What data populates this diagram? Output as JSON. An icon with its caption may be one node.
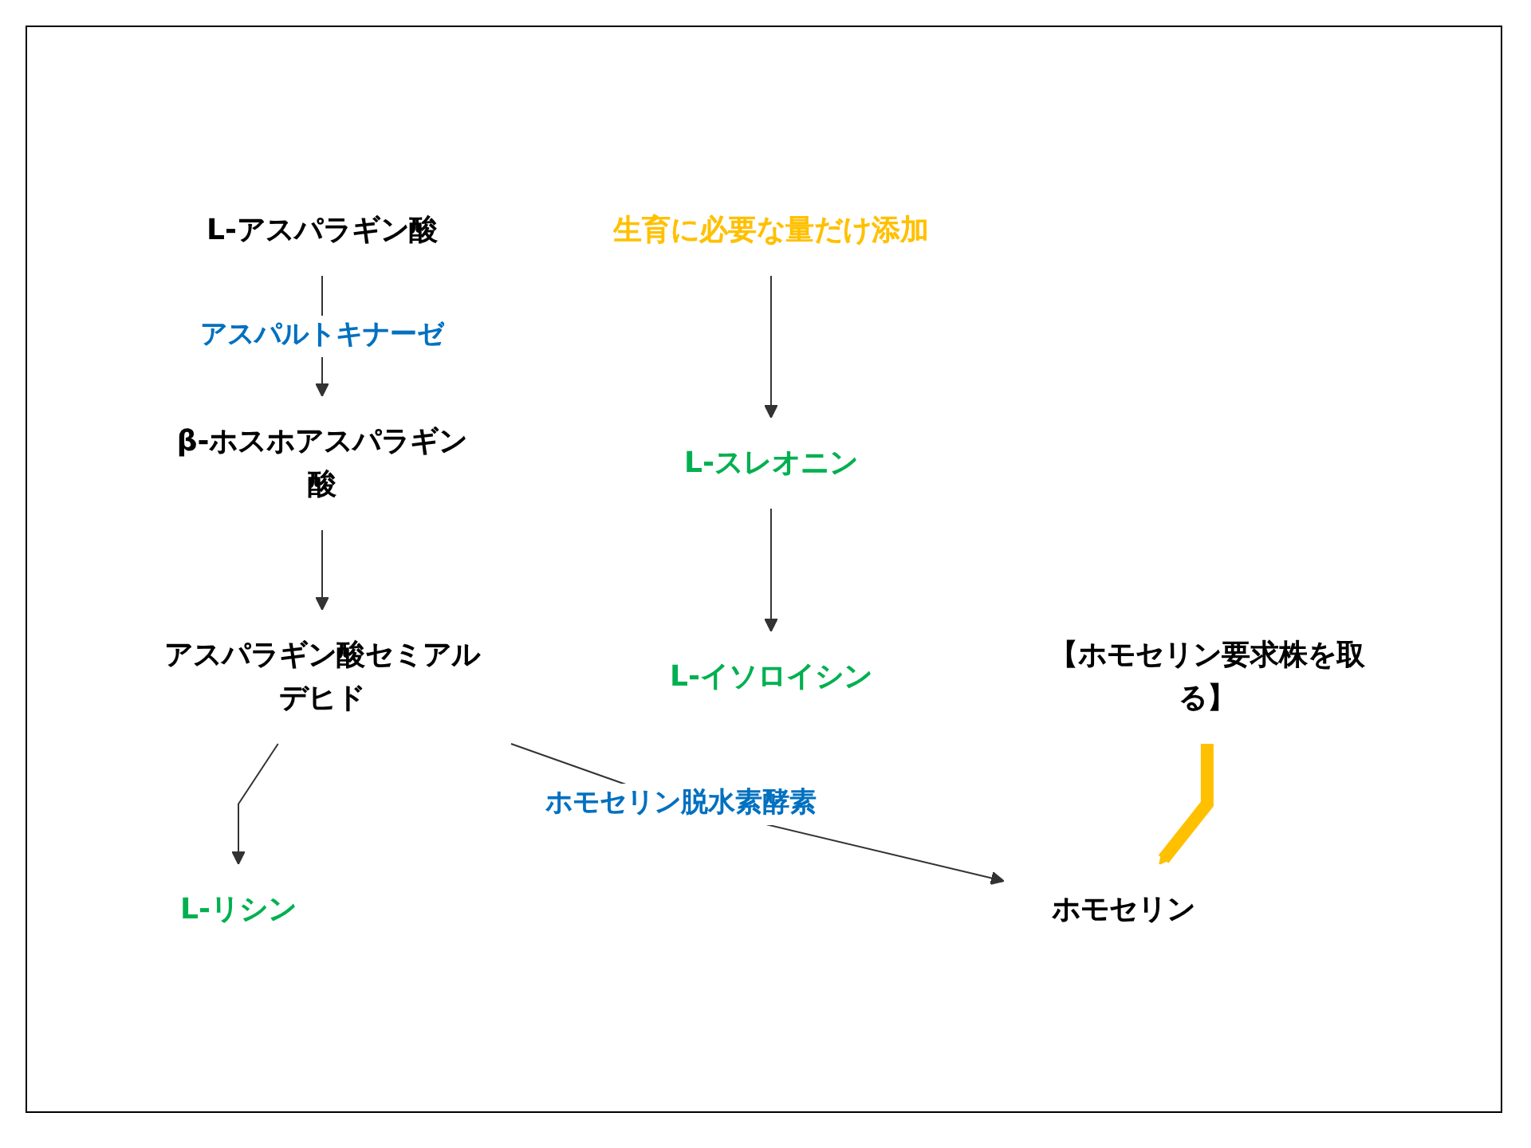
{
  "diagram": {
    "nodes": [
      {
        "text": [
          "L-アスパラギン酸"
        ]
      },
      {
        "text": [
          "β-ホスホアスパラギン酸"
        ]
      },
      {
        "text": [
          "アスパラギン酸セミアルデヒド"
        ]
      },
      {
        "text": [
          "L-リシン"
        ]
      },
      {
        "text": [
          "ホモセリン"
        ]
      },
      {
        "text": [
          "生育に必要な量だけ添加"
        ]
      },
      {
        "text": [
          "L-スレオニン"
        ]
      },
      {
        "text": [
          "L-イソロイシン"
        ]
      },
      {
        "text": [
          "【ホモセリン要求株を取る】"
        ]
      }
    ],
    "edges": [
      {
        "from": 0,
        "to": 1,
        "arrow": "to",
        "label": "アスパルトキナーゼ"
      },
      {
        "from": 1,
        "to": 2,
        "arrow": "to"
      },
      {
        "from": 2,
        "to": 3,
        "arrow": "to"
      },
      {
        "from": 2,
        "to": 4,
        "arrow": "to",
        "label": "ホモセリン脱水素酵素"
      },
      {
        "from": 5,
        "to": 6,
        "arrow": "to"
      },
      {
        "from": 6,
        "to": 7,
        "arrow": "to"
      },
      {
        "from": 8,
        "to": 4,
        "arrow": "to",
        "style": "thick",
        "color": "#ffc000"
      }
    ]
  }
}
